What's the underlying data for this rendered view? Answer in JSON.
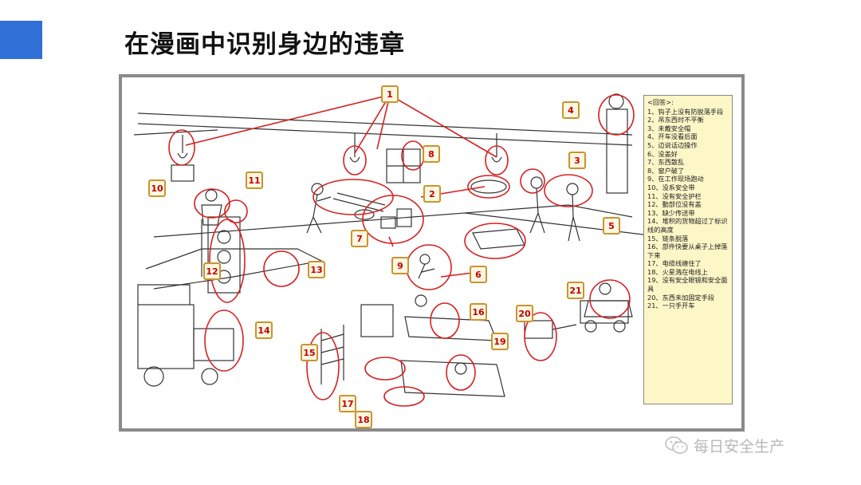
{
  "slide": {
    "title": "在漫画中识别身边的违章",
    "accent_color": "#2f6fd6"
  },
  "markers": [
    "1",
    "2",
    "3",
    "4",
    "5",
    "6",
    "7",
    "8",
    "9",
    "10",
    "11",
    "12",
    "13",
    "14",
    "15",
    "16",
    "17",
    "18",
    "19",
    "20",
    "21"
  ],
  "answers": {
    "heading": "<回答>:",
    "items": [
      "1、钩子上没有防脱落手段",
      "2、吊东西时不平衡",
      "3、未戴安全帽",
      "4、开车没看后面",
      "5、边说话边操作",
      "6、没盖好",
      "7、东西散乱",
      "8、窗户破了",
      "9、在工作现场跑动",
      "10、没系安全带",
      "11、没有安全护栏",
      "12、動部位没有盖",
      "13、缺少传送带",
      "14、堆积的货物超过了标识线的高度",
      "15、链条脱落",
      "16、部件快要从桌子上掉落下来",
      "17、电缆线缠住了",
      "18、火星溅在电线上",
      "19、没有安全眼镜和安全面具",
      "20、东西未加固定手段",
      "21、一只手开车"
    ]
  },
  "watermark": {
    "text": "每日安全生产",
    "icon": "wechat-icon"
  },
  "colors": {
    "marker_text": "#c00000",
    "marker_border": "#c9942e",
    "marker_fill": "#fff7e2",
    "circle": "#d62020",
    "answer_bg": "#fdf6c7"
  }
}
